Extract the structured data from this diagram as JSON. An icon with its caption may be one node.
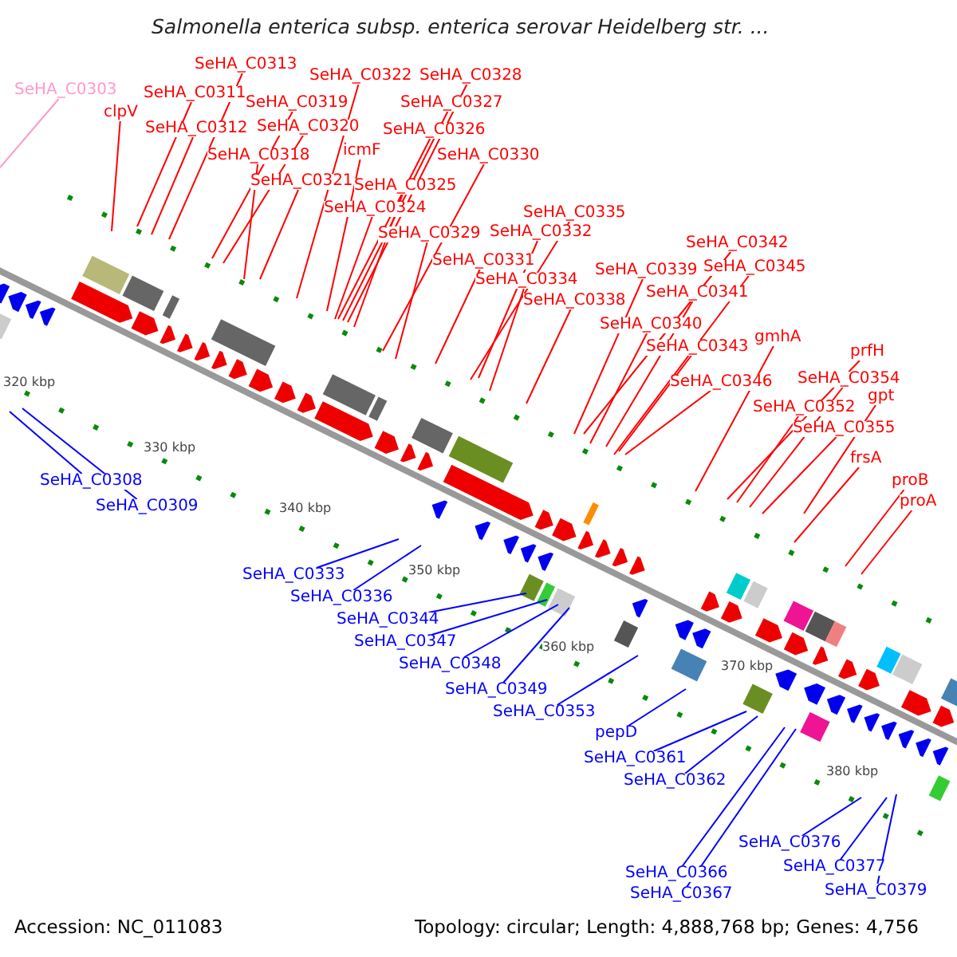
{
  "diagram": {
    "title": "Salmonella enterica subsp. enterica serovar Heidelberg str. ...",
    "nodes": [
      {
        "text": [
          "SeHA_C0303"
        ]
      },
      {
        "text": [
          "clpV"
        ]
      },
      {
        "text": [
          "SeHA_C0313"
        ]
      },
      {
        "text": [
          "SeHA_C0311"
        ]
      },
      {
        "text": [
          "SeHA_C0312"
        ]
      },
      {
        "text": [
          "SeHA_C0319"
        ]
      },
      {
        "text": [
          "SeHA_C0320"
        ]
      },
      {
        "text": [
          "SeHA_C0318"
        ]
      },
      {
        "text": [
          "SeHA_C0321"
        ]
      },
      {
        "text": [
          "SeHA_C0322"
        ]
      },
      {
        "text": [
          "icmF"
        ]
      },
      {
        "text": [
          "SeHA_C0328"
        ]
      },
      {
        "text": [
          "SeHA_C0327"
        ]
      },
      {
        "text": [
          "SeHA_C0326"
        ]
      },
      {
        "text": [
          "SeHA_C0325"
        ]
      },
      {
        "text": [
          "SeHA_C0324"
        ]
      },
      {
        "text": [
          "SeHA_C0330"
        ]
      },
      {
        "text": [
          "SeHA_C0329"
        ]
      },
      {
        "text": [
          "SeHA_C0331"
        ]
      },
      {
        "text": [
          "SeHA_C0335"
        ]
      },
      {
        "text": [
          "SeHA_C0332"
        ]
      },
      {
        "text": [
          "SeHA_C0334"
        ]
      },
      {
        "text": [
          "SeHA_C0338"
        ]
      },
      {
        "text": [
          "SeHA_C0339"
        ]
      },
      {
        "text": [
          "SeHA_C0342"
        ]
      },
      {
        "text": [
          "SeHA_C0345"
        ]
      },
      {
        "text": [
          "SeHA_C0341"
        ]
      },
      {
        "text": [
          "SeHA_C0340"
        ]
      },
      {
        "text": [
          "SeHA_C0343"
        ]
      },
      {
        "text": [
          "SeHA_C0346"
        ]
      },
      {
        "text": [
          "gmhA"
        ]
      },
      {
        "text": [
          "prfH"
        ]
      },
      {
        "text": [
          "SeHA_C0354"
        ]
      },
      {
        "text": [
          "SeHA_C0352"
        ]
      },
      {
        "text": [
          "gpt"
        ]
      },
      {
        "text": [
          "SeHA_C0355"
        ]
      },
      {
        "text": [
          "frsA"
        ]
      },
      {
        "text": [
          "proB"
        ]
      },
      {
        "text": [
          "proA"
        ]
      },
      {
        "text": [
          "SeHA_C0308"
        ]
      },
      {
        "text": [
          "SeHA_C0309"
        ]
      },
      {
        "text": [
          "SeHA_C0333"
        ]
      },
      {
        "text": [
          "SeHA_C0336"
        ]
      },
      {
        "text": [
          "SeHA_C0344"
        ]
      },
      {
        "text": [
          "SeHA_C0347"
        ]
      },
      {
        "text": [
          "SeHA_C0348"
        ]
      },
      {
        "text": [
          "SeHA_C0349"
        ]
      },
      {
        "text": [
          "SeHA_C0353"
        ]
      },
      {
        "text": [
          "pepD"
        ]
      },
      {
        "text": [
          "SeHA_C0361"
        ]
      },
      {
        "text": [
          "SeHA_C0362"
        ]
      },
      {
        "text": [
          "SeHA_C0366"
        ]
      },
      {
        "text": [
          "SeHA_C0367"
        ]
      },
      {
        "text": [
          "SeHA_C0376"
        ]
      },
      {
        "text": [
          "SeHA_C0377"
        ]
      },
      {
        "text": [
          "SeHA_C0379"
        ]
      }
    ],
    "edges": [
      {
        "from": 0,
        "to": null,
        "arrow": "none",
        "color": "#ff99cc"
      },
      {
        "from": 1,
        "to": null,
        "arrow": "none"
      },
      {
        "from": 2,
        "to": null,
        "arrow": "none"
      },
      {
        "from": 3,
        "to": null,
        "arrow": "none"
      },
      {
        "from": 4,
        "to": null,
        "arrow": "none"
      },
      {
        "from": 5,
        "to": null,
        "arrow": "none"
      },
      {
        "from": 6,
        "to": null,
        "arrow": "none"
      },
      {
        "from": 7,
        "to": null,
        "arrow": "none"
      },
      {
        "from": 8,
        "to": null,
        "arrow": "none"
      },
      {
        "from": 9,
        "to": null,
        "arrow": "none"
      },
      {
        "from": 10,
        "to": null,
        "arrow": "none"
      },
      {
        "from": 11,
        "to": null,
        "arrow": "none"
      },
      {
        "from": 12,
        "to": null,
        "arrow": "none"
      },
      {
        "from": 13,
        "to": null,
        "arrow": "none"
      },
      {
        "from": 14,
        "to": null,
        "arrow": "none"
      },
      {
        "from": 15,
        "to": null,
        "arrow": "none"
      },
      {
        "from": 16,
        "to": null,
        "arrow": "none"
      },
      {
        "from": 17,
        "to": null,
        "arrow": "none"
      },
      {
        "from": 18,
        "to": null,
        "arrow": "none"
      },
      {
        "from": 19,
        "to": null,
        "arrow": "none"
      },
      {
        "from": 20,
        "to": null,
        "arrow": "none"
      },
      {
        "from": 21,
        "to": null,
        "arrow": "none"
      },
      {
        "from": 22,
        "to": null,
        "arrow": "none"
      },
      {
        "from": 23,
        "to": null,
        "arrow": "none"
      },
      {
        "from": 24,
        "to": null,
        "arrow": "none"
      },
      {
        "from": 25,
        "to": null,
        "arrow": "none"
      },
      {
        "from": 26,
        "to": null,
        "arrow": "none"
      },
      {
        "from": 27,
        "to": null,
        "arrow": "none"
      },
      {
        "from": 28,
        "to": null,
        "arrow": "none"
      },
      {
        "from": 29,
        "to": null,
        "arrow": "none"
      },
      {
        "from": 30,
        "to": null,
        "arrow": "none"
      },
      {
        "from": 31,
        "to": null,
        "arrow": "none"
      },
      {
        "from": 32,
        "to": null,
        "arrow": "none"
      },
      {
        "from": 33,
        "to": null,
        "arrow": "none"
      },
      {
        "from": 34,
        "to": null,
        "arrow": "none"
      },
      {
        "from": 35,
        "to": null,
        "arrow": "none"
      },
      {
        "from": 36,
        "to": null,
        "arrow": "none"
      },
      {
        "from": 37,
        "to": null,
        "arrow": "none"
      },
      {
        "from": 38,
        "to": null,
        "arrow": "none"
      },
      {
        "from": 39,
        "to": null,
        "arrow": "none",
        "color": "#0000ff"
      },
      {
        "from": 40,
        "to": null,
        "arrow": "none",
        "color": "#0000ff"
      },
      {
        "from": 41,
        "to": null,
        "arrow": "none",
        "color": "#0000ff"
      },
      {
        "from": 42,
        "to": null,
        "arrow": "none",
        "color": "#0000ff"
      },
      {
        "from": 43,
        "to": null,
        "arrow": "none",
        "color": "#0000ff"
      },
      {
        "from": 44,
        "to": null,
        "arrow": "none",
        "color": "#0000ff"
      },
      {
        "from": 45,
        "to": null,
        "arrow": "none",
        "color": "#0000ff"
      },
      {
        "from": 46,
        "to": null,
        "arrow": "none",
        "color": "#0000ff"
      },
      {
        "from": 47,
        "to": null,
        "arrow": "none",
        "color": "#0000ff"
      },
      {
        "from": 48,
        "to": null,
        "arrow": "none",
        "color": "#0000ff"
      },
      {
        "from": 49,
        "to": null,
        "arrow": "none",
        "color": "#0000ff"
      },
      {
        "from": 50,
        "to": null,
        "arrow": "none",
        "color": "#0000ff"
      },
      {
        "from": 51,
        "to": null,
        "arrow": "none",
        "color": "#0000ff"
      },
      {
        "from": 52,
        "to": null,
        "arrow": "none",
        "color": "#0000ff"
      },
      {
        "from": 53,
        "to": null,
        "arrow": "none",
        "color": "#0000ff"
      },
      {
        "from": 54,
        "to": null,
        "arrow": "none",
        "color": "#0000ff"
      },
      {
        "from": 55,
        "to": null,
        "arrow": "none",
        "color": "#0000ff"
      }
    ],
    "labels": [
      "320 kbp",
      "330 kbp",
      "340 kbp",
      "350 kbp",
      "360 kbp",
      "370 kbp",
      "380 kbp",
      "Accession: NC_011083",
      "Topology: circular; Length: 4,888,768 bp; Genes: 4,756"
    ]
  }
}
